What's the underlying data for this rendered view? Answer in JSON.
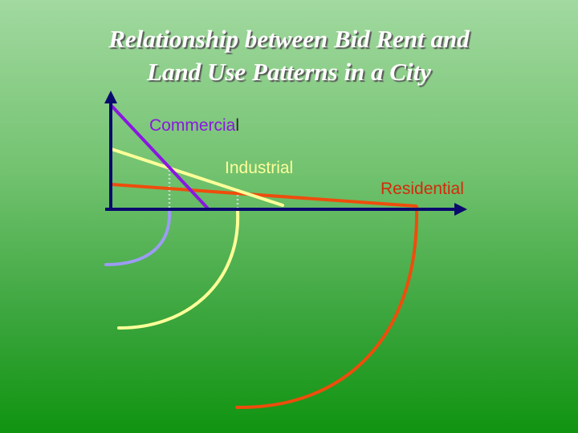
{
  "title": {
    "line1": "Relationship between Bid Rent and",
    "line2": "Land Use Patterns in a City"
  },
  "labels": {
    "commercial_main": "Commercia",
    "commercial_tail": "l",
    "industrial": "Industrial",
    "residential": "Residential"
  },
  "colors": {
    "axis": "#0a0a6e",
    "commercial": "#8a17e0",
    "industrial": "#ffff99",
    "residential": "#ee4d0c",
    "commercial_ring": "#9c9cf2",
    "dotted_marker": "#c8dcdc",
    "commercial_label_tail": "#2a2a2a",
    "residential_label": "#d42a0a"
  },
  "diagram": {
    "bid_rent_lines": [
      "commercial",
      "industrial",
      "residential"
    ],
    "zone_order_from_centre": [
      "commercial",
      "industrial",
      "residential"
    ]
  }
}
